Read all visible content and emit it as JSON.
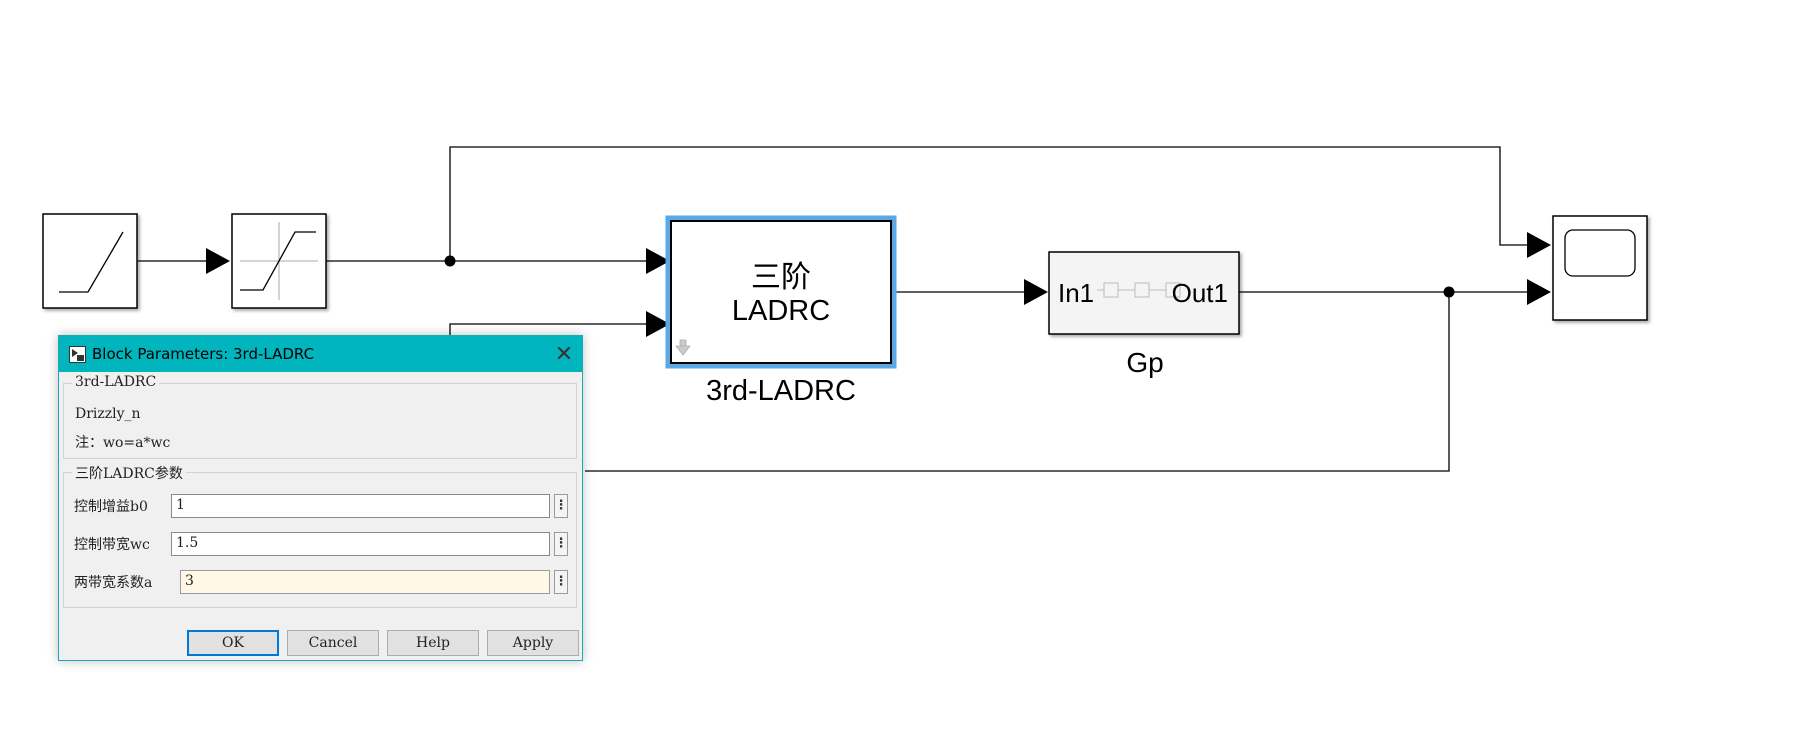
{
  "diagram": {
    "ladrc_block": {
      "line1": "三阶",
      "line2": "LADRC",
      "name": "3rd-LADRC"
    },
    "plant_block": {
      "in_port": "In1",
      "out_port": "Out1",
      "name": "Gp"
    }
  },
  "dialog": {
    "title": "Block Parameters: 3rd-LADRC",
    "close_glyph": "✕",
    "info_group": {
      "title": "3rd-LADRC",
      "author": "Drizzly_n",
      "note": "注：wo=a*wc"
    },
    "params_group": {
      "title": "三阶LADRC参数",
      "params": [
        {
          "label": "控制增益b0",
          "value": "1"
        },
        {
          "label": "控制带宽wc",
          "value": "1.5"
        },
        {
          "label": "两带宽系数a",
          "value": "3"
        }
      ]
    },
    "buttons": {
      "ok": "OK",
      "cancel": "Cancel",
      "help": "Help",
      "apply": "Apply"
    }
  },
  "colors": {
    "title_bar": "#00b5bd",
    "selection": "#5aa9e6",
    "active_field": "#fff8e6",
    "default_button_border": "#0078d7"
  }
}
